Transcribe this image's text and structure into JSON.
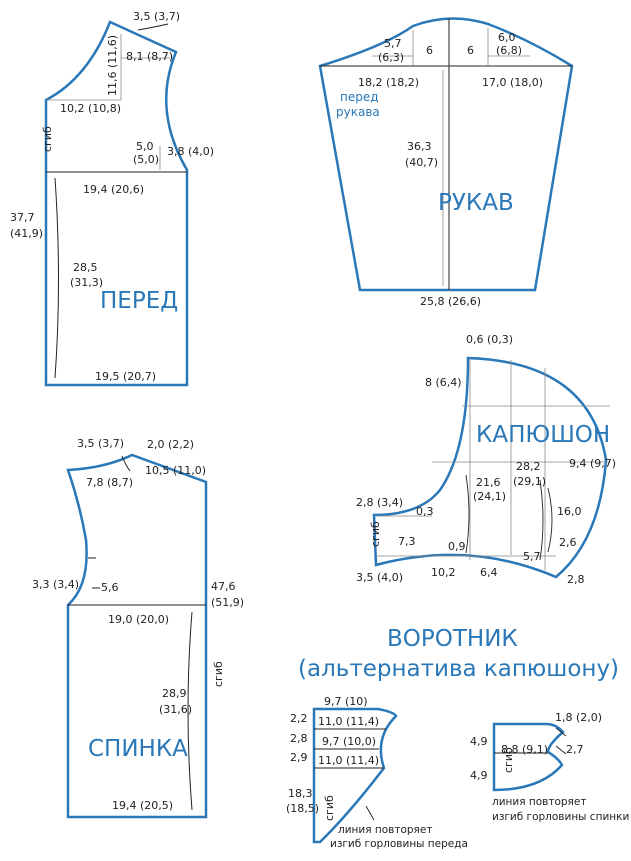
{
  "colors": {
    "outline": "#2a78b8",
    "title": "#2a78b8",
    "text": "#222222",
    "guide": "#888888"
  },
  "front": {
    "title": "ПЕРЕД",
    "fold": "сгиб",
    "labels": [
      "3,5 (3,7)",
      "11,6 (11,6)",
      "8,1 (8,7)",
      "10,2 (10,8)",
      "5,0",
      "(5,0)",
      "3,8 (4,0)",
      "19,4 (20,6)",
      "37,7",
      "(41,9)",
      "28,5",
      "(31,3)",
      "19,5 (20,7)"
    ]
  },
  "sleeve": {
    "title": "РУКАВ",
    "front_note": [
      "перед",
      "рукава"
    ],
    "labels": [
      "5,7",
      "(6,3)",
      "6",
      "6",
      "6,0",
      "(6,8)",
      "18,2 (18,2)",
      "17,0 (18,0)",
      "36,3",
      "(40,7)",
      "25,8  (26,6)"
    ]
  },
  "hood": {
    "title": "КАПЮШОН",
    "fold": "сгиб",
    "labels": [
      "0,6 (0,3)",
      "8 (6,4)",
      "9,4 (9,7)",
      "21,6",
      "(24,1)",
      "28,2",
      "(29,1)",
      "16,0",
      "2,8 (3,4)",
      "0,3",
      "7,3",
      "0,9",
      "2,6",
      "5,7",
      "3,5 (4,0)",
      "10,2",
      "6,4",
      "2,8"
    ]
  },
  "back": {
    "title": "СПИНКА",
    "fold": "сгиб",
    "labels": [
      "3,5 (3,7)",
      "2,0 (2,2)",
      "10,5  (11,0)",
      "7,8 (8,7)",
      "3,3 (3,4)",
      "5,6",
      "47,6",
      "(51,9)",
      "19,0 (20,0)",
      "28,9",
      "(31,6)",
      "19,4  (20,5)"
    ]
  },
  "collar": {
    "title": "ВОРОТНИК",
    "subtitle": "(альтернатива капюшону)",
    "front_piece": {
      "fold": "сгиб",
      "labels": [
        "9,7  (10)",
        "2,2",
        "11,0 (11,4)",
        "2,8",
        "9,7  (10,0)",
        "2,9",
        "11,0 (11,4)",
        "18,3",
        "(18,5)"
      ],
      "note": [
        "линия повторяет",
        "изгиб горловины переда"
      ]
    },
    "back_piece": {
      "fold": "сгиб",
      "labels": [
        "1,8 (2,0)",
        "4,9",
        "8,8 (9,1)",
        "2,7",
        "4,9"
      ],
      "note": [
        "линия повторяет",
        "изгиб горловины спинки"
      ]
    }
  }
}
